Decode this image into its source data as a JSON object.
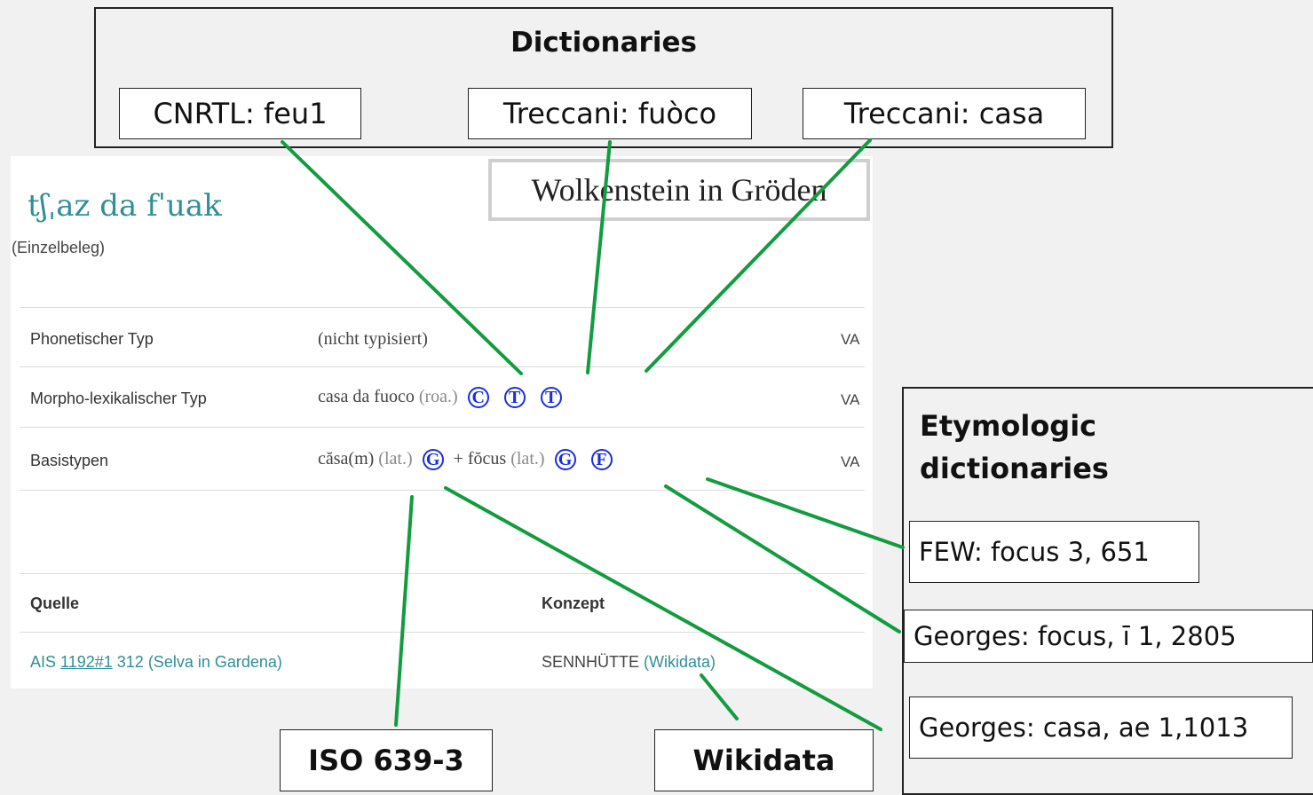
{
  "dictionaries": {
    "title": "Dictionaries",
    "items": [
      "CNRTL: feu1",
      "Treccani: fuòco",
      "Treccani: casa"
    ]
  },
  "entry": {
    "headword": "tʃˌaz da fˈuak",
    "subtitle": "(Einzelbeleg)",
    "place": "Wolkenstein in Gröden",
    "rows": [
      {
        "label": "Phonetischer Typ",
        "value": "(nicht typisiert)",
        "source": "VA"
      },
      {
        "label": "Morpho-lexikalischer Typ",
        "value": "casa da fuoco",
        "lang": "(roa.)",
        "source": "VA"
      },
      {
        "label": "Basistypen",
        "value1": "căsa(m)",
        "lang1": "(lat.)",
        "plus": "+ fŏcus",
        "lang2": "(lat.)",
        "source": "VA"
      }
    ],
    "badges": {
      "c": "C",
      "t": "T",
      "g": "G",
      "f": "F"
    },
    "table_headers": {
      "source": "Quelle",
      "concept": "Konzept"
    },
    "source_prefix": "AIS",
    "source_link": "1192#1",
    "source_rest": "312 (Selva in Gardena)",
    "concept": "SENNHÜTTE",
    "concept_link": "(Wikidata)"
  },
  "etymologic": {
    "title_line1": "Etymologic",
    "title_line2": "dictionaries",
    "items": [
      "FEW: focus 3, 651",
      "Georges: focus, ī 1, 2805",
      "Georges: casa, ae 1,1013"
    ]
  },
  "bottom_labels": {
    "iso": "ISO 639-3",
    "wikidata": "Wikidata"
  },
  "colors": {
    "line": "#139c3f",
    "badge": "#1a2ee0",
    "link": "#2f8f98"
  }
}
